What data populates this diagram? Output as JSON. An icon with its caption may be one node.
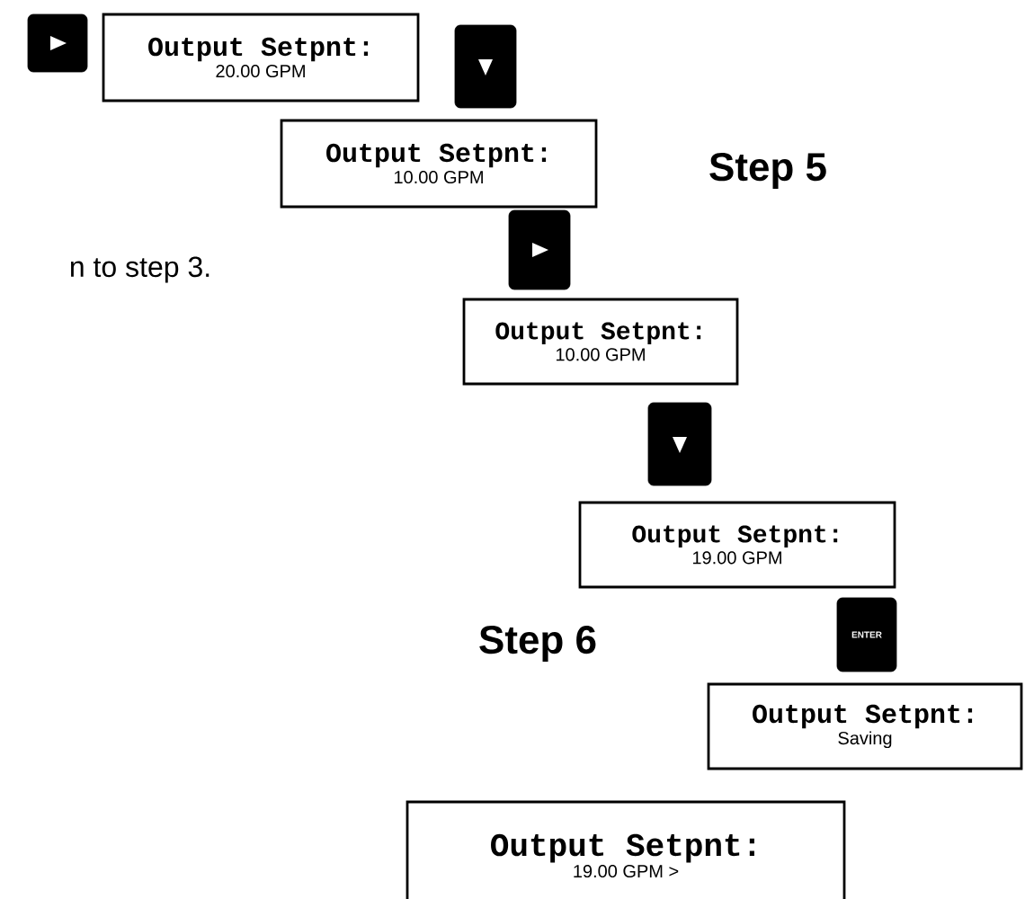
{
  "diagram": {
    "nodes": [
      {
        "text": [],
        "shape": "box"
      },
      {
        "text": [
          "Output Setpnt:",
          "20.00 GPM"
        ]
      },
      {
        "text": [],
        "shape": "box"
      },
      {
        "text": [
          "Output Setpnt:",
          "10.00 GPM"
        ]
      },
      {
        "text": [],
        "shape": "box"
      },
      {
        "text": [
          "Output Setpnt:",
          "10.00 GPM"
        ]
      },
      {
        "text": [],
        "shape": "box"
      },
      {
        "text": [
          "Output Setpnt:",
          "19.00 GPM"
        ]
      },
      {
        "text": [
          "ENTER"
        ]
      },
      {
        "text": [
          "Output Setpnt:",
          "Saving"
        ]
      },
      {
        "text": [
          "Output Setpnt:",
          "19.00 GPM >"
        ]
      }
    ],
    "edges": [],
    "labels": [
      "Step 5",
      "n to step 3.",
      "Step 6"
    ]
  }
}
